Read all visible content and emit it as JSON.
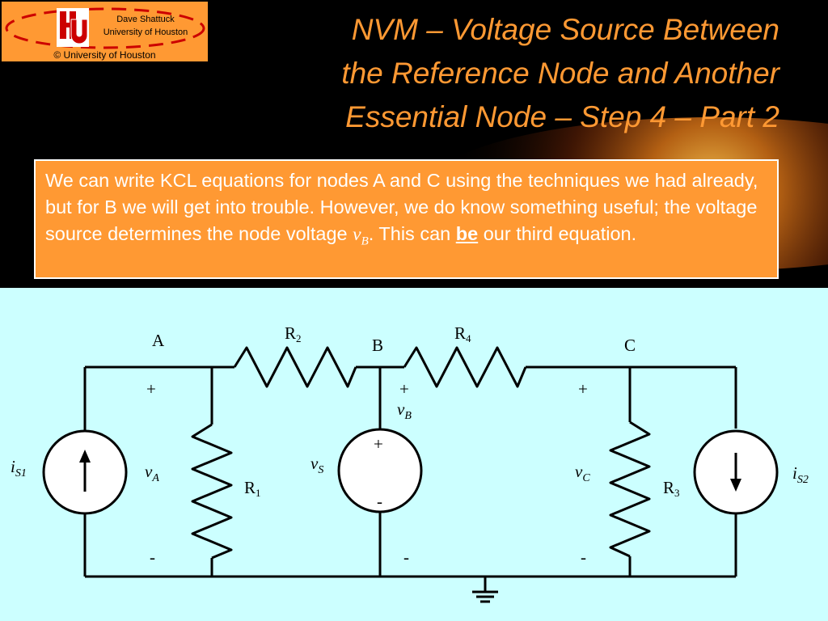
{
  "header": {
    "logo_name": "Dave Shattuck",
    "logo_university": "University of Houston",
    "copyright": "© University of Houston",
    "title_lines": [
      "NVM – Voltage Source Between",
      "the Reference Node and Another",
      "Essential Node – Step 4 – Part 2"
    ]
  },
  "note": {
    "text_before": "We can write KCL equations for nodes A and C using the techniques we had already, but for B we will get into trouble.  However, we do know something useful; the voltage source determines the node voltage ",
    "var_main": "v",
    "var_sub": "B",
    "text_middle": ".  This can ",
    "emphasis": "be",
    "text_after": " our third equation."
  },
  "circuit": {
    "node_labels": {
      "a": "A",
      "b": "B",
      "c": "C"
    },
    "resistors": {
      "r1": {
        "main": "R",
        "sub": "1"
      },
      "r2": {
        "main": "R",
        "sub": "2"
      },
      "r3": {
        "main": "R",
        "sub": "3"
      },
      "r4": {
        "main": "R",
        "sub": "4"
      }
    },
    "sources": {
      "is1": {
        "main": "i",
        "sub": "S1"
      },
      "is2": {
        "main": "i",
        "sub": "S2"
      },
      "vs": {
        "main": "v",
        "sub": "S",
        "plus": "+",
        "minus": "-"
      }
    },
    "voltages": {
      "va": {
        "main": "v",
        "sub": "A",
        "plus": "+",
        "minus": "-"
      },
      "vb": {
        "main": "v",
        "sub": "B",
        "plus": "+",
        "minus": "-"
      },
      "vc": {
        "main": "v",
        "sub": "C",
        "plus": "+",
        "minus": "-"
      }
    }
  },
  "colors": {
    "background": "#000000",
    "accent_orange": "#ff9933",
    "circuit_background": "#ccffff",
    "logo_red": "#cc0000"
  }
}
